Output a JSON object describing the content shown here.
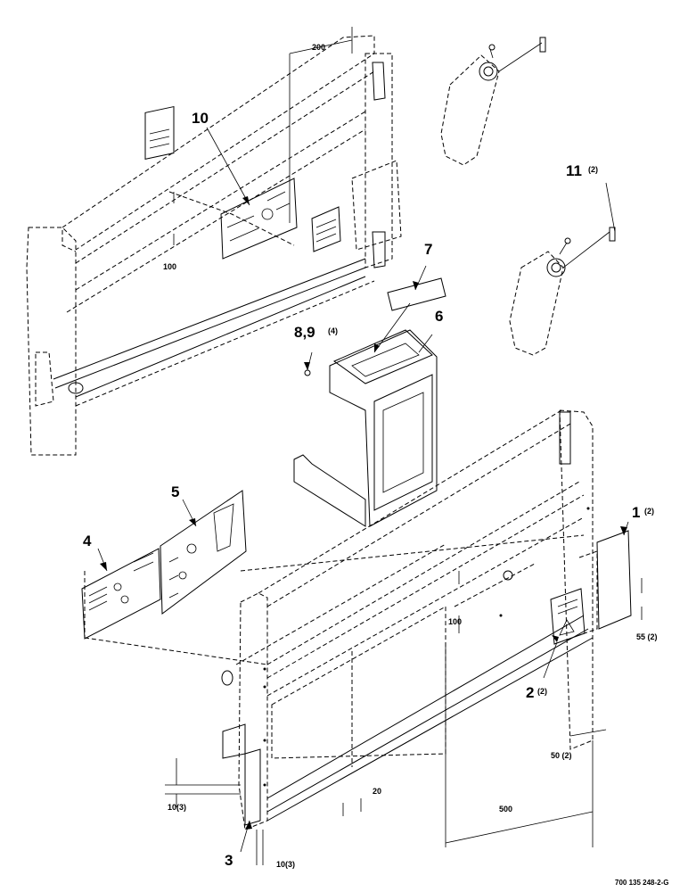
{
  "callouts": {
    "c1": {
      "num": "1",
      "qty": "(2)"
    },
    "c2": {
      "num": "2",
      "qty": "(2)"
    },
    "c3": {
      "num": "3"
    },
    "c4": {
      "num": "4"
    },
    "c5": {
      "num": "5"
    },
    "c6": {
      "num": "6"
    },
    "c7": {
      "num": "7"
    },
    "c89": {
      "num": "8,9",
      "qty": "(4)"
    },
    "c10": {
      "num": "10"
    },
    "c11": {
      "num": "11",
      "qty": "(2)"
    }
  },
  "dimensions": {
    "d200": "200",
    "d100_top": "100",
    "d100_bottom": "100",
    "d55": "55 (2)",
    "d50": "50 (2)",
    "d500": "500",
    "d20": "20",
    "d10a": "10(3)",
    "d10b": "10(3)"
  },
  "drawing_number": "700 135 248-2-G"
}
